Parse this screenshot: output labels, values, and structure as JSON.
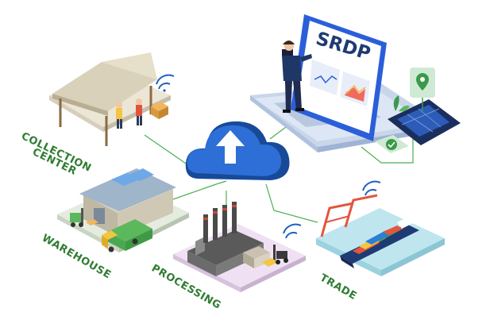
{
  "diagram": {
    "hub": {
      "icon": "cloud-upload-icon"
    },
    "laptop": {
      "screen_title": "SRDP",
      "icon": "laptop-icon"
    },
    "nodes": [
      {
        "id": "collection",
        "label_line1": "COLLECTION",
        "label_line2": "CENTER",
        "icon": "collection-center-icon"
      },
      {
        "id": "warehouse",
        "label": "WAREHOUSE",
        "icon": "warehouse-icon"
      },
      {
        "id": "processing",
        "label": "PROCESSING",
        "icon": "factory-icon"
      },
      {
        "id": "trade",
        "label": "TRADE",
        "icon": "cargo-ship-icon"
      }
    ],
    "extras": [
      {
        "icon": "location-pin-icon"
      },
      {
        "icon": "solar-panel-icon"
      },
      {
        "icon": "checkmark-badge-icon"
      },
      {
        "icon": "wifi-icon"
      }
    ]
  },
  "colors": {
    "label_green": "#2f7d32",
    "cloud_blue": "#1f5fbf",
    "line_green": "#4caf50",
    "laptop_blue": "#2b5fd9"
  }
}
